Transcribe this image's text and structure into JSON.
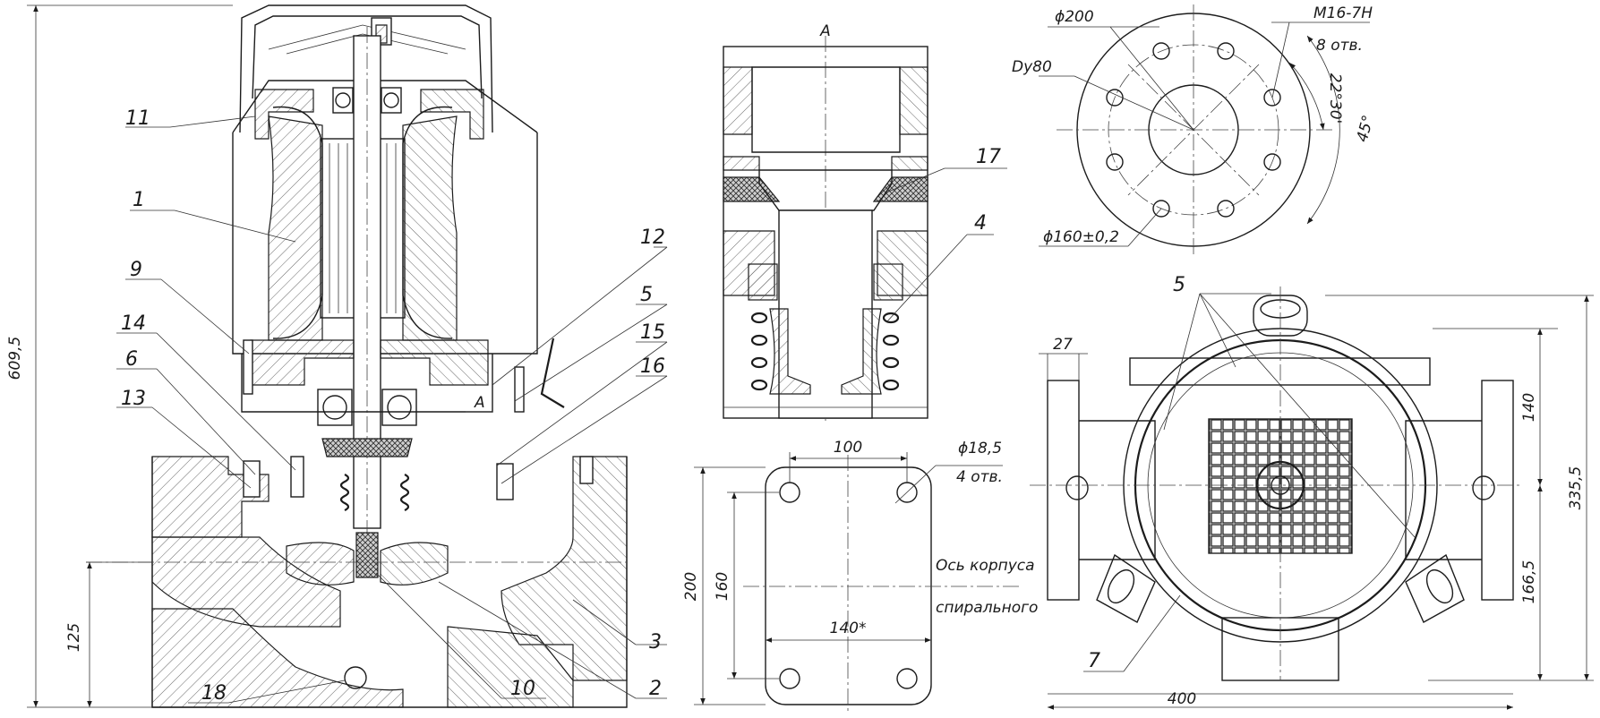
{
  "callouts": {
    "c1": "1",
    "c2": "2",
    "c3": "3",
    "c4": "4",
    "c5a": "5",
    "c5b": "5",
    "c6": "6",
    "c7": "7",
    "c9": "9",
    "c10": "10",
    "c11": "11",
    "c12": "12",
    "c13": "13",
    "c14": "14",
    "c15": "15",
    "c16": "16",
    "c17": "17",
    "c18": "18"
  },
  "section_label": "A",
  "section_title": "A",
  "dimensions": {
    "overall_height": "609,5",
    "suction_height": "125",
    "flange_dia": "ϕ200",
    "nominal_bore": "Dy80",
    "thread": "M16-7H",
    "thread_holes": "8 отв.",
    "angle_small": "22°30'",
    "angle_large": "45°",
    "bolt_circle": "ϕ160±0,2",
    "base_width_top": "100",
    "base_hole_dia": "ϕ18,5",
    "base_holes": "4 отв.",
    "base_height": "200",
    "base_inner_height": "160",
    "base_inner_width": "140*",
    "casing_axis_1": "Ось корпуса",
    "casing_axis_2": "спирального",
    "flange_thickness": "27",
    "height_upper": "140",
    "height_total": "335,5",
    "height_lower": "166,5",
    "overall_width": "400"
  }
}
